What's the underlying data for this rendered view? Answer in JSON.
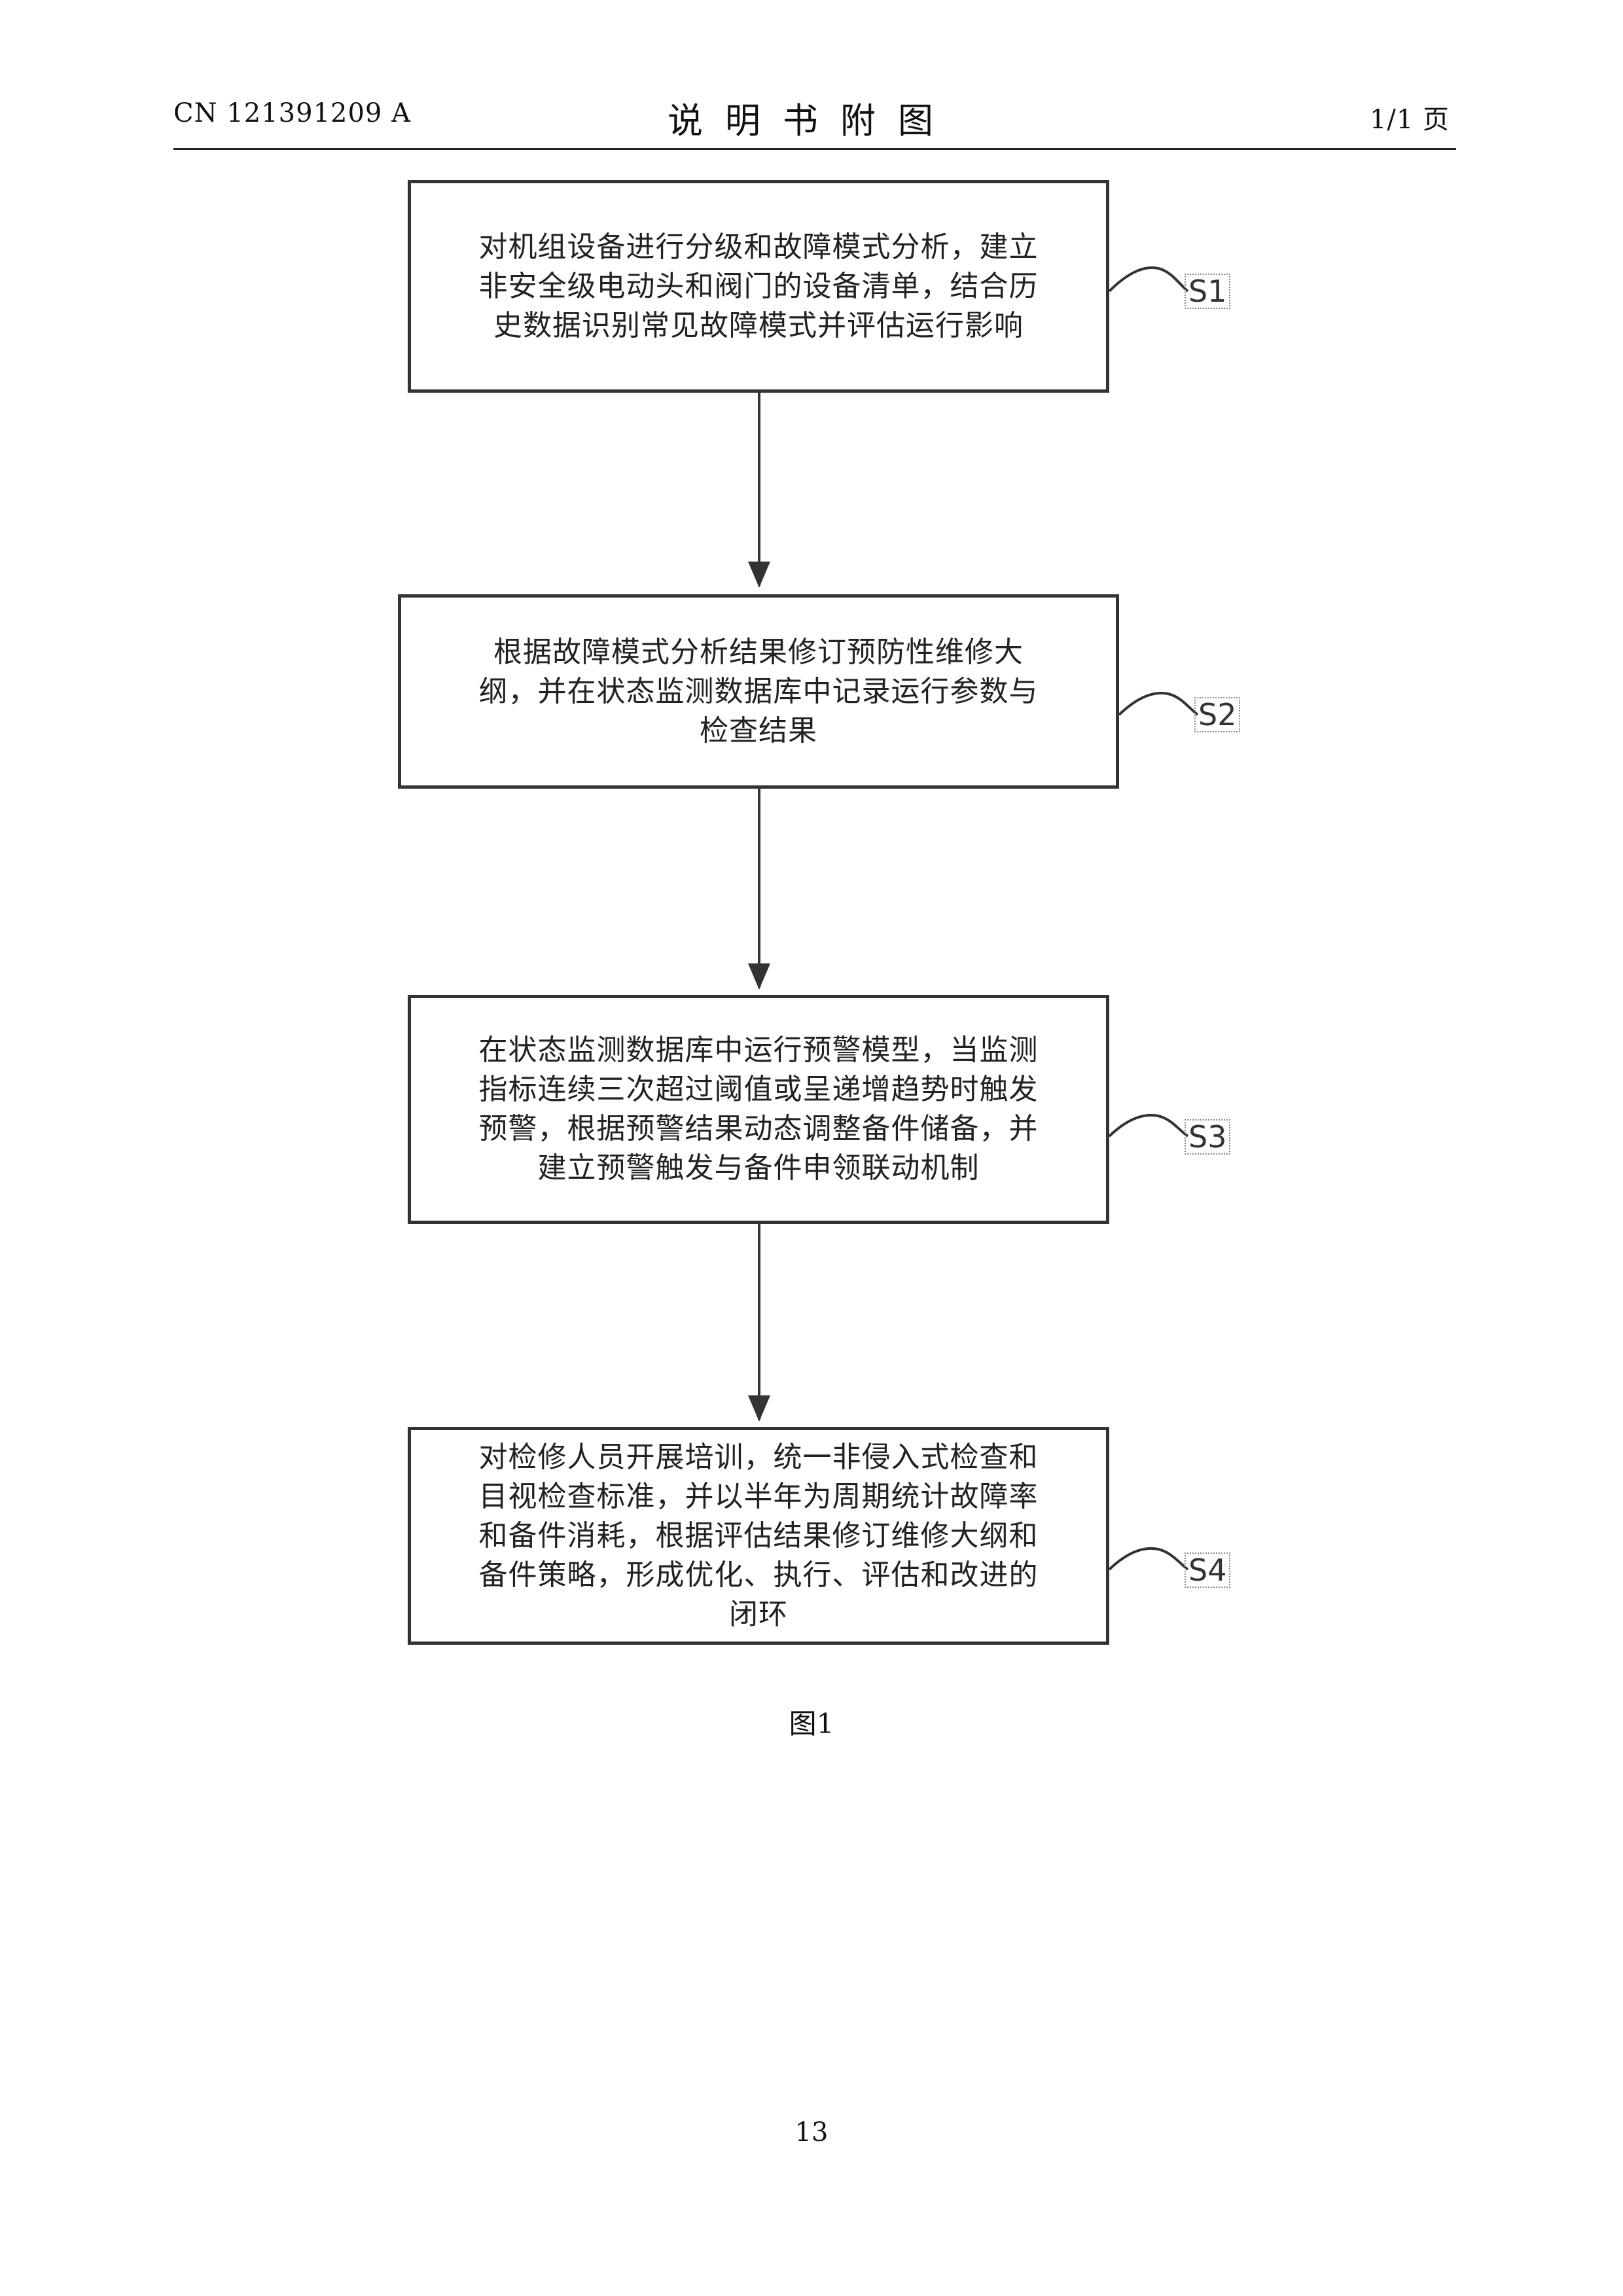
{
  "header": {
    "patent_number": "CN 121391209 A",
    "title": "说明书附图",
    "page": "1/1 页"
  },
  "flowchart": {
    "steps": [
      {
        "label": "S1",
        "lines": [
          "对机组设备进行分级和故障模式分析，建立",
          "非安全级电动头和阀门的设备清单，结合历",
          "史数据识别常见故障模式并评估运行影响"
        ]
      },
      {
        "label": "S2",
        "lines": [
          "根据故障模式分析结果修订预防性维修大",
          "纲，并在状态监测数据库中记录运行参数与",
          "检查结果"
        ]
      },
      {
        "label": "S3",
        "lines": [
          "在状态监测数据库中运行预警模型，当监测",
          "指标连续三次超过阈值或呈递增趋势时触发",
          "预警，根据预警结果动态调整备件储备，并",
          "建立预警触发与备件申领联动机制"
        ]
      },
      {
        "label": "S4",
        "lines": [
          "对检修人员开展培训，统一非侵入式检查和",
          "目视检查标准，并以半年为周期统计故障率",
          "和备件消耗，根据评估结果修订维修大纲和",
          "备件策略，形成优化、执行、评估和改进的",
          "闭环"
        ]
      }
    ]
  },
  "figure_caption": "图1",
  "page_number": "13"
}
